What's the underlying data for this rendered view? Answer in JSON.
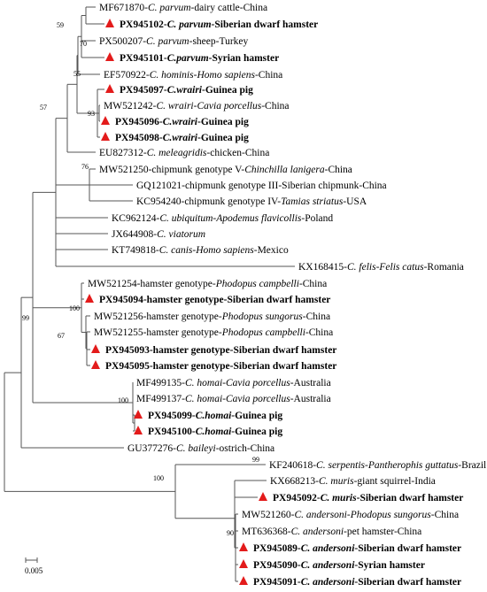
{
  "tree": {
    "leaves": [
      {
        "acc": "MF671870",
        "parts": [
          [
            "-",
            0
          ],
          [
            "C. parvum",
            1
          ],
          [
            "-dairy cattle-China",
            0
          ]
        ],
        "bold": false,
        "marker": false
      },
      {
        "acc": "PX945102",
        "parts": [
          [
            "-",
            0
          ],
          [
            "C. parvum",
            1
          ],
          [
            "-Siberian dwarf hamster",
            0
          ]
        ],
        "bold": true,
        "marker": true
      },
      {
        "acc": "PX500207",
        "parts": [
          [
            "-",
            0
          ],
          [
            "C. parvum",
            1
          ],
          [
            "-sheep-Turkey",
            0
          ]
        ],
        "bold": false,
        "marker": false
      },
      {
        "acc": "PX945101",
        "parts": [
          [
            "-",
            0
          ],
          [
            "C.parvum",
            1
          ],
          [
            "-Syrian hamster",
            0
          ]
        ],
        "bold": true,
        "marker": true
      },
      {
        "acc": "EF570922",
        "parts": [
          [
            "-",
            0
          ],
          [
            "C. hominis",
            1
          ],
          [
            "-",
            0
          ],
          [
            "Homo sapiens",
            1
          ],
          [
            "-China",
            0
          ]
        ],
        "bold": false,
        "marker": false
      },
      {
        "acc": "PX945097",
        "parts": [
          [
            "-",
            0
          ],
          [
            "C.wrairi",
            1
          ],
          [
            "-Guinea pig",
            0
          ]
        ],
        "bold": true,
        "marker": true
      },
      {
        "acc": "MW521242",
        "parts": [
          [
            "-",
            0
          ],
          [
            "C. wrairi",
            1
          ],
          [
            "-",
            0
          ],
          [
            "Cavia porcellus",
            1
          ],
          [
            "-China",
            0
          ]
        ],
        "bold": false,
        "marker": false
      },
      {
        "acc": "PX945096",
        "parts": [
          [
            "-",
            0
          ],
          [
            "C.wrairi",
            1
          ],
          [
            "-Guinea pig",
            0
          ]
        ],
        "bold": true,
        "marker": true
      },
      {
        "acc": "PX945098",
        "parts": [
          [
            "-",
            0
          ],
          [
            "C.wrairi",
            1
          ],
          [
            "-Guinea pig",
            0
          ]
        ],
        "bold": true,
        "marker": true
      },
      {
        "acc": "EU827312",
        "parts": [
          [
            "-",
            0
          ],
          [
            "C. meleagridis",
            1
          ],
          [
            "-chicken-China",
            0
          ]
        ],
        "bold": false,
        "marker": false
      },
      {
        "acc": "MW521250",
        "parts": [
          [
            "-chipmunk genotype V-",
            0
          ],
          [
            "Chinchilla lanigera",
            1
          ],
          [
            "-China",
            0
          ]
        ],
        "bold": false,
        "marker": false
      },
      {
        "acc": "GQ121021",
        "parts": [
          [
            "-chipmunk genotype III-Siberian chipmunk-China",
            0
          ]
        ],
        "bold": false,
        "marker": false
      },
      {
        "acc": "KC954240",
        "parts": [
          [
            "-chipmunk genotype IV-",
            0
          ],
          [
            "Tamias striatus",
            1
          ],
          [
            "-USA",
            0
          ]
        ],
        "bold": false,
        "marker": false
      },
      {
        "acc": "KC962124",
        "parts": [
          [
            "-",
            0
          ],
          [
            "C. ubiquitum",
            1
          ],
          [
            "-",
            0
          ],
          [
            "Apodemus flavicollis",
            1
          ],
          [
            "-Poland",
            0
          ]
        ],
        "bold": false,
        "marker": false
      },
      {
        "acc": "JX644908",
        "parts": [
          [
            "-",
            0
          ],
          [
            "C. viatorum",
            1
          ]
        ],
        "bold": false,
        "marker": false
      },
      {
        "acc": "KT749818",
        "parts": [
          [
            "-",
            0
          ],
          [
            "C. canis",
            1
          ],
          [
            "-",
            0
          ],
          [
            "Homo sapiens",
            1
          ],
          [
            "-Mexico",
            0
          ]
        ],
        "bold": false,
        "marker": false
      },
      {
        "acc": "KX168415",
        "parts": [
          [
            "-",
            0
          ],
          [
            "C. felis",
            1
          ],
          [
            "-",
            0
          ],
          [
            "Felis catus",
            1
          ],
          [
            "-Romania",
            0
          ]
        ],
        "bold": false,
        "marker": false
      },
      {
        "acc": "MW521254",
        "parts": [
          [
            "-hamster genotype-",
            0
          ],
          [
            "Phodopus campbelli",
            1
          ],
          [
            "-China",
            0
          ]
        ],
        "bold": false,
        "marker": false
      },
      {
        "acc": "PX945094",
        "parts": [
          [
            "-hamster genotype-Siberian dwarf hamster",
            0
          ]
        ],
        "bold": true,
        "marker": true
      },
      {
        "acc": "MW521256",
        "parts": [
          [
            "-hamster genotype-",
            0
          ],
          [
            "Phodopus sungorus",
            1
          ],
          [
            "-China",
            0
          ]
        ],
        "bold": false,
        "marker": false
      },
      {
        "acc": "MW521255",
        "parts": [
          [
            "-hamster genotype-",
            0
          ],
          [
            "Phodopus campbelli",
            1
          ],
          [
            "-China",
            0
          ]
        ],
        "bold": false,
        "marker": false
      },
      {
        "acc": "PX945093",
        "parts": [
          [
            "-hamster genotype-Siberian dwarf hamster",
            0
          ]
        ],
        "bold": true,
        "marker": true
      },
      {
        "acc": "PX945095",
        "parts": [
          [
            "-hamster genotype-Siberian dwarf hamster",
            0
          ]
        ],
        "bold": true,
        "marker": true
      },
      {
        "acc": "MF499135",
        "parts": [
          [
            "-",
            0
          ],
          [
            "C. homai",
            1
          ],
          [
            "-",
            0
          ],
          [
            "Cavia porcellus",
            1
          ],
          [
            "-Australia",
            0
          ]
        ],
        "bold": false,
        "marker": false
      },
      {
        "acc": "MF499137",
        "parts": [
          [
            "-",
            0
          ],
          [
            "C. homai",
            1
          ],
          [
            "-",
            0
          ],
          [
            "Cavia porcellus",
            1
          ],
          [
            "-Australia",
            0
          ]
        ],
        "bold": false,
        "marker": false
      },
      {
        "acc": "PX945099",
        "parts": [
          [
            "-",
            0
          ],
          [
            "C.homai",
            1
          ],
          [
            "-Guinea pig",
            0
          ]
        ],
        "bold": true,
        "marker": true
      },
      {
        "acc": "PX945100",
        "parts": [
          [
            "-",
            0
          ],
          [
            "C.homai",
            1
          ],
          [
            "-Guinea pig",
            0
          ]
        ],
        "bold": true,
        "marker": true
      },
      {
        "acc": "GU377276",
        "parts": [
          [
            "-",
            0
          ],
          [
            "C. baileyi",
            1
          ],
          [
            "-ostrich-China",
            0
          ]
        ],
        "bold": false,
        "marker": false
      },
      {
        "acc": "KF240618",
        "parts": [
          [
            "-",
            0
          ],
          [
            "C. serpentis",
            1
          ],
          [
            "-",
            0
          ],
          [
            "Pantherophis guttatus",
            1
          ],
          [
            "-Brazil",
            0
          ]
        ],
        "bold": false,
        "marker": false
      },
      {
        "acc": "KX668213",
        "parts": [
          [
            "-",
            0
          ],
          [
            "C. muris",
            1
          ],
          [
            "-giant squirrel-India",
            0
          ]
        ],
        "bold": false,
        "marker": false
      },
      {
        "acc": "PX945092",
        "parts": [
          [
            "-",
            0
          ],
          [
            "C. muris",
            1
          ],
          [
            "-Siberian dwarf hamster",
            0
          ]
        ],
        "bold": true,
        "marker": true
      },
      {
        "acc": "MW521260",
        "parts": [
          [
            "-",
            0
          ],
          [
            "C. andersoni",
            1
          ],
          [
            "-",
            0
          ],
          [
            "Phodopus sungorus",
            1
          ],
          [
            "-China",
            0
          ]
        ],
        "bold": false,
        "marker": false
      },
      {
        "acc": "MT636368",
        "parts": [
          [
            "-",
            0
          ],
          [
            "C. andersoni",
            1
          ],
          [
            "-pet hamster-China",
            0
          ]
        ],
        "bold": false,
        "marker": false
      },
      {
        "acc": "PX945089",
        "parts": [
          [
            "-",
            0
          ],
          [
            "C. andersoni",
            1
          ],
          [
            "-Siberian dwarf hamster",
            0
          ]
        ],
        "bold": true,
        "marker": true
      },
      {
        "acc": "PX945090",
        "parts": [
          [
            "-",
            0
          ],
          [
            "C. andersoni",
            1
          ],
          [
            "-Syrian hamster",
            0
          ]
        ],
        "bold": true,
        "marker": true
      },
      {
        "acc": "PX945091",
        "parts": [
          [
            "-",
            0
          ],
          [
            "C. andersoni",
            1
          ],
          [
            "-Siberian dwarf hamster",
            0
          ]
        ],
        "bold": true,
        "marker": true
      }
    ],
    "bootstrap": [
      "59",
      "70",
      "55",
      "57",
      "93",
      "76",
      "100",
      "67",
      "99",
      "100",
      "100",
      "99",
      "90"
    ],
    "scale_label": "0.005",
    "marker_color": "#e31b1b",
    "line_color": "#555555"
  }
}
